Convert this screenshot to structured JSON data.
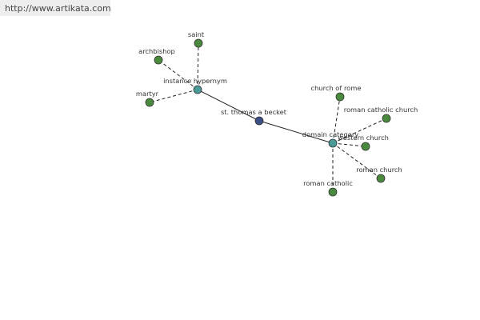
{
  "watermark": "http://www.artikata.com",
  "colors": {
    "center": "#3b4e86",
    "hub": "#4a9a9a",
    "leaf": "#4a8a3c"
  },
  "nodes": {
    "center": "st. thomas a becket",
    "hub_hypernym": "instance hypernym",
    "hub_domain": "domain category",
    "saint": "saint",
    "archbishop": "archbishop",
    "martyr": "martyr",
    "church_of_rome": "church of rome",
    "roman_catholic_church": "roman catholic church",
    "western_church": "western church",
    "roman_church": "roman church",
    "roman_catholic": "roman catholic"
  }
}
